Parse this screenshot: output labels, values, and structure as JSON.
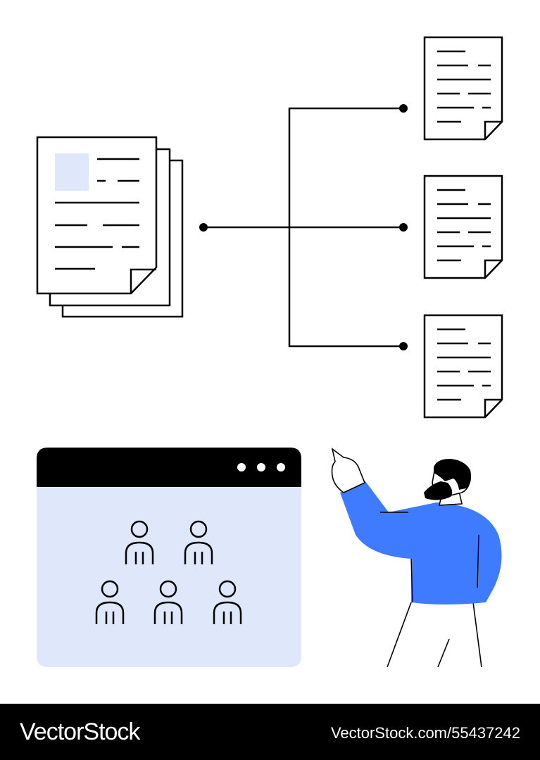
{
  "footer": {
    "brand": "VectorStock",
    "image_ref": "VectorStock.com/55437242"
  },
  "icons": [
    "document-stack-icon",
    "document-icon",
    "browser-window-icon",
    "person-icon",
    "person-pointing-illustration"
  ],
  "colors": {
    "ink": "#000000",
    "panel_fill": "#dfe8fa",
    "image_placeholder": "#dfe8fa",
    "shirt_blue": "#3f7bff",
    "background": "#ffffff"
  }
}
